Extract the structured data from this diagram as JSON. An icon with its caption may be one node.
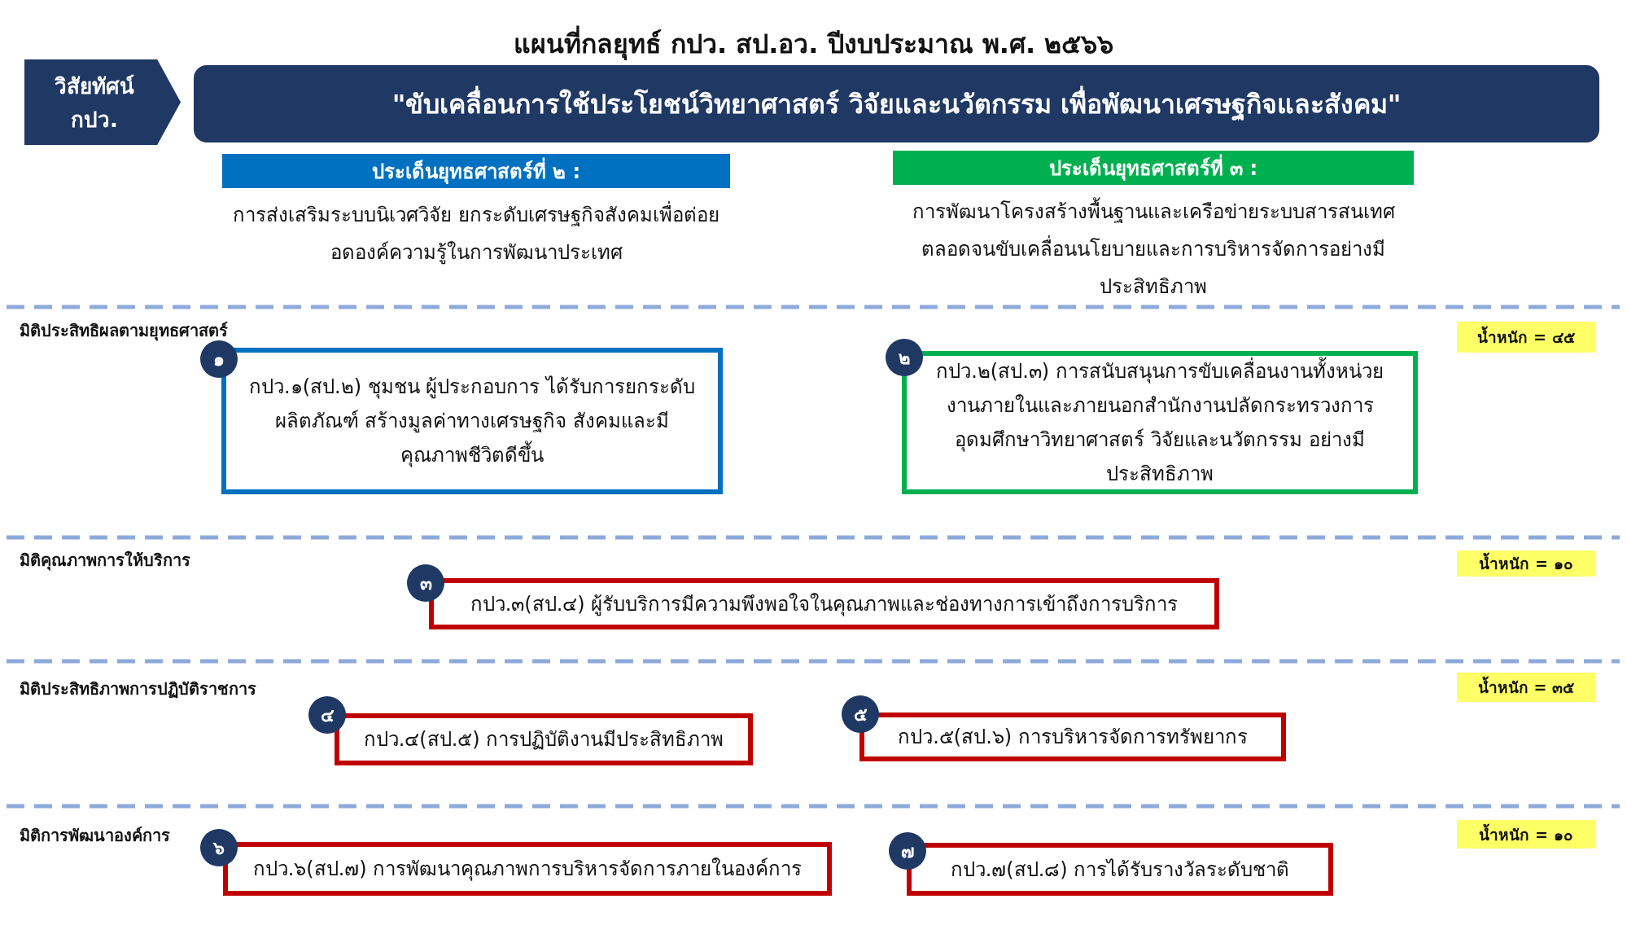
{
  "diagram": {
    "title": "แผนที่กลยุทธ์ กปว. สป.อว. ปีงบประมาณ พ.ศ. ๒๕๖๖",
    "nodes": [
      {
        "text": [
          "วิสัยทัศน์กปว."
        ]
      },
      {
        "text": [
          "\"ขับเคลื่อนการใช้ประโยชน์วิทยาศาสตร์ วิจัยและนวัตกรรม เพื่อพัฒนาเศรษฐกิจและสังคม\""
        ]
      },
      {
        "text": [
          "ประเด็นยุทธศาสตร์ที่ ๒ :",
          "การส่งเสริมระบบนิเวศวิจัย ยกระดับเศรษฐกิจสังคมเพื่อต่อยอดองค์ความรู้ในการพัฒนาประเทศ"
        ]
      },
      {
        "text": [
          "ประเด็นยุทธศาสตร์ที่ ๓ :",
          "การพัฒนาโครงสร้างพื้นฐานและเครือข่ายระบบสารสนเทศตลอดจนขับเคลื่อนนโยบายและการบริหารจัดการอย่างมีประสิทธิภาพ"
        ]
      },
      {
        "text": [
          "๑"
        ]
      },
      {
        "text": [
          "กปว.๑(สป.๒) ชุมชน ผู้ประกอบการ ได้รับการยกระดับผลิตภัณฑ์ สร้างมูลค่าทางเศรษฐกิจ สังคมและมีคุณภาพชีวิตดีขึ้น"
        ]
      },
      {
        "text": [
          "๒"
        ]
      },
      {
        "text": [
          "กปว.๒(สป.๓) การสนับสนุนการขับเคลื่อนงานทั้งหน่วยงานภายในและภายนอกสำนักงานปลัดกระทรวงการอุดมศึกษาวิทยาศาสตร์ วิจัยและนวัตกรรม อย่างมีประสิทธิภาพ"
        ]
      },
      {
        "text": [
          "น้ำหนัก = ๔๕"
        ]
      },
      {
        "text": [
          "๓"
        ]
      },
      {
        "text": [
          "กปว.๓(สป.๔) ผู้รับบริการมีความพึงพอใจในคุณภาพและช่องทางการเข้าถึงการบริการ"
        ]
      },
      {
        "text": [
          "น้ำหนัก = ๑๐"
        ]
      },
      {
        "text": [
          "๔"
        ]
      },
      {
        "text": [
          "กปว.๔(สป.๕) การปฏิบัติงานมีประสิทธิภาพ"
        ]
      },
      {
        "text": [
          "๕"
        ]
      },
      {
        "text": [
          "กปว.๕(สป.๖) การบริหารจัดการทรัพยากร"
        ]
      },
      {
        "text": [
          "น้ำหนัก = ๓๕"
        ]
      },
      {
        "text": [
          "๖"
        ]
      },
      {
        "text": [
          "กปว.๖(สป.๗) การพัฒนาคุณภาพการบริหารจัดการภายในองค์การ"
        ]
      },
      {
        "text": [
          "๗"
        ]
      },
      {
        "text": [
          "กปว.๗(สป.๘) การได้รับรางวัลระดับชาติ"
        ]
      },
      {
        "text": [
          "น้ำหนัก = ๑๐"
        ]
      }
    ],
    "labels": [
      "มิติประสิทธิผลตามยุทธศาสตร์",
      "มิติคุณภาพการให้บริการ",
      "มิติประสิทธิภาพการปฏิบัติราชการ",
      "มิติการพัฒนาองค์การ"
    ]
  }
}
